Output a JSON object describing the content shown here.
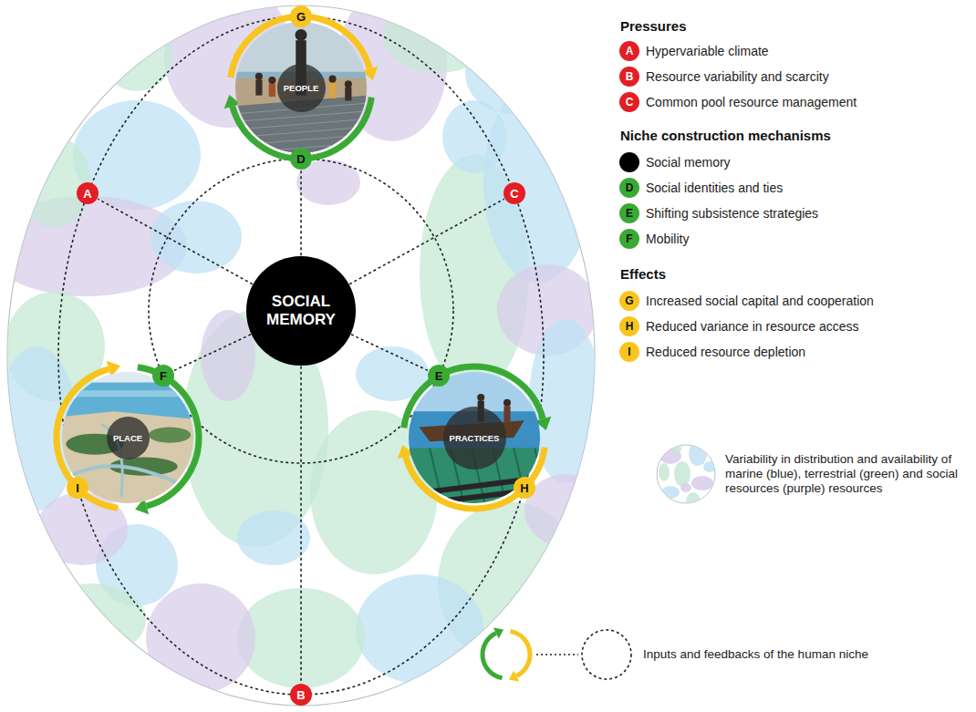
{
  "diagram": {
    "nodes": [
      {
        "text": [
          "SOCIAL MEMORY"
        ]
      },
      {
        "text": [
          "PEOPLE"
        ]
      },
      {
        "text": [
          "PLACE"
        ]
      },
      {
        "text": [
          "PRACTICES"
        ]
      },
      {
        "text": [
          "A"
        ]
      },
      {
        "text": [
          "B"
        ]
      },
      {
        "text": [
          "C"
        ]
      },
      {
        "text": [
          "D"
        ]
      },
      {
        "text": [
          "E"
        ]
      },
      {
        "text": [
          "F"
        ]
      },
      {
        "text": [
          "G"
        ]
      },
      {
        "text": [
          "H"
        ]
      },
      {
        "text": [
          "I"
        ]
      }
    ],
    "edges": [
      {
        "from": 0,
        "to": 4,
        "arrow": "none"
      },
      {
        "from": 0,
        "to": 5,
        "arrow": "none"
      },
      {
        "from": 0,
        "to": 6,
        "arrow": "none"
      },
      {
        "from": 0,
        "to": 7,
        "arrow": "none"
      },
      {
        "from": 0,
        "to": 8,
        "arrow": "none"
      },
      {
        "from": 0,
        "to": 9,
        "arrow": "none"
      }
    ],
    "labels": [
      "Pressures",
      "A",
      "B",
      "C",
      "Niche construction mechanisms",
      "D",
      "E",
      "F",
      "Effects",
      "G",
      "H",
      "I"
    ],
    "legend": [
      {
        "text": "Hypervariable climate",
        "color": "#e31e24"
      },
      {
        "text": "Resource variability and scarcity",
        "color": "#e31e24"
      },
      {
        "text": "Common pool resource management",
        "color": "#e31e24"
      },
      {
        "text": "Social memory",
        "color": "#000000"
      },
      {
        "text": "Social identities and ties",
        "color": "#3aaa35"
      },
      {
        "text": "Shifting subsistence strategies",
        "color": "#3aaa35"
      },
      {
        "text": "Mobility",
        "color": "#3aaa35"
      },
      {
        "text": "Increased social capital and cooperation",
        "color": "#f7c51e"
      },
      {
        "text": "Reduced variance in resource access",
        "color": "#f7c51e"
      },
      {
        "text": "Reduced resource depletion",
        "color": "#f7c51e"
      },
      {
        "text": "Variability in distribution and availability of marine (blue), terrestrial (green) and social resources (purple) resources"
      },
      {
        "text": "Inputs and feedbacks of the human niche"
      }
    ]
  }
}
